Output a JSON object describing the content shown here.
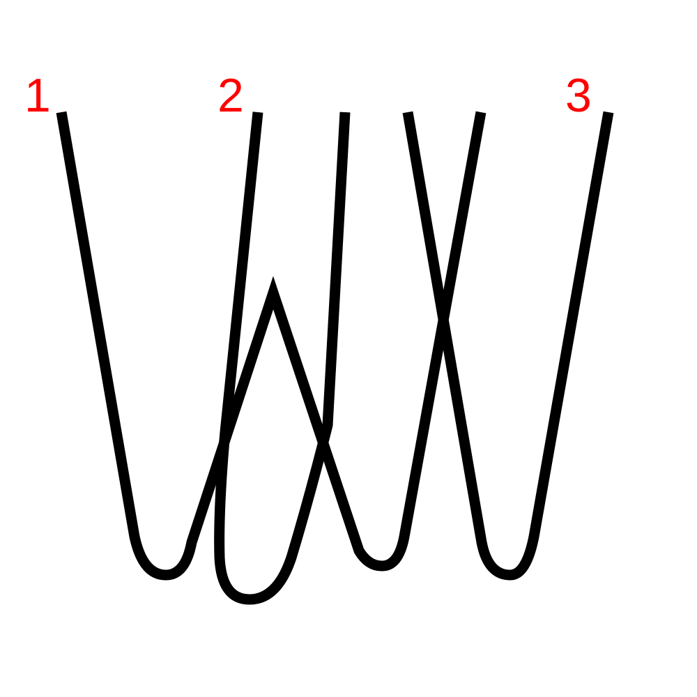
{
  "labels": {
    "start_1": "1",
    "start_2": "2",
    "start_3": "3"
  },
  "colors": {
    "line": "#000000",
    "label": "#ff0000",
    "background": "#ffffff"
  }
}
